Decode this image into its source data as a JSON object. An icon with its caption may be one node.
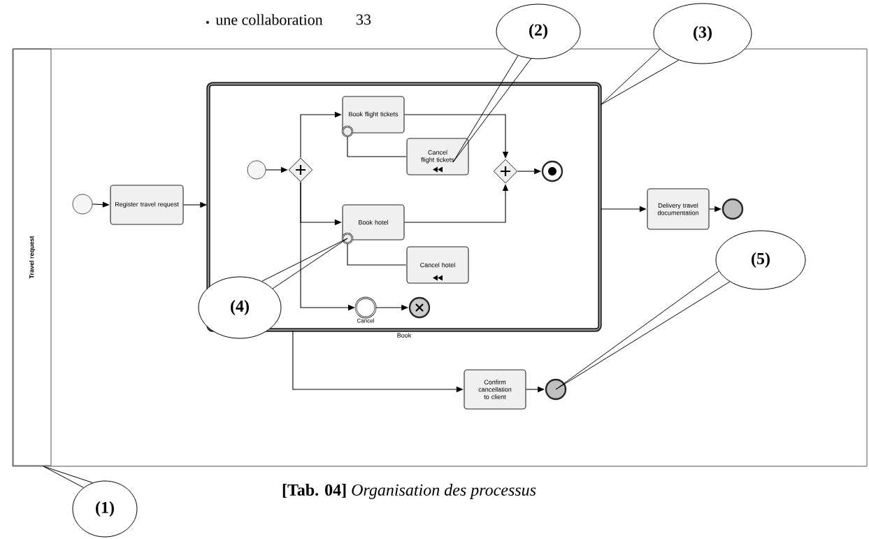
{
  "diagram": {
    "caption": "**[Tab. 04]** *Organisation des processus*",
    "nodes": [
      {
        "text": [
          "Travel request"
        ]
      },
      {
        "text": [],
        "shape": "circle",
        "in": 0
      },
      {
        "text": [
          "Register travel request"
        ],
        "in": 0
      },
      {
        "text": [
          "Book"
        ],
        "in": 0
      },
      {
        "text": [],
        "shape": "circle",
        "in": 3
      },
      {
        "text": [],
        "shape": "diamond",
        "in": 3
      },
      {
        "text": [
          "Book flight tickets"
        ],
        "in": 3
      },
      {
        "text": [],
        "shape": "circle",
        "in": 3
      },
      {
        "text": [
          "Cancel flight tickets"
        ],
        "in": 3
      },
      {
        "text": [],
        "shape": "diamond",
        "in": 3
      },
      {
        "text": [],
        "shape": "circle",
        "in": 3
      },
      {
        "text": [
          "Book hotel"
        ],
        "in": 3
      },
      {
        "text": [],
        "shape": "circle",
        "in": 3
      },
      {
        "text": [
          "Cancel hotel"
        ],
        "in": 3
      },
      {
        "text": [
          "Cancel"
        ],
        "in": 3
      },
      {
        "text": [],
        "shape": "circle",
        "in": 3
      },
      {
        "text": [
          "Delivery travel documentation"
        ],
        "in": 0
      },
      {
        "text": [],
        "shape": "circle",
        "in": 0
      },
      {
        "text": [
          "Confirm cancellation to client"
        ],
        "in": 0
      },
      {
        "text": [],
        "shape": "circle",
        "in": 0
      },
      {
        "text": [
          "(1)"
        ]
      },
      {
        "text": [
          "(2)"
        ]
      },
      {
        "text": [
          "(3)"
        ]
      },
      {
        "text": [
          "(4)"
        ],
        "in": 0
      },
      {
        "text": [
          "(5)"
        ],
        "in": 0
      }
    ],
    "edges": [
      {
        "from": 1,
        "to": 2,
        "arrow": "to"
      },
      {
        "from": 2,
        "to": 3,
        "arrow": "to"
      },
      {
        "from": 4,
        "to": 5,
        "arrow": "to"
      },
      {
        "from": 5,
        "to": 6,
        "arrow": "to"
      },
      {
        "from": 5,
        "to": 11,
        "arrow": "to"
      },
      {
        "from": 5,
        "to": 14,
        "arrow": "to"
      },
      {
        "from": 6,
        "to": 9,
        "arrow": "to"
      },
      {
        "from": 11,
        "to": 9,
        "arrow": "to"
      },
      {
        "from": 9,
        "to": 10,
        "arrow": "to"
      },
      {
        "from": 7,
        "to": 8,
        "arrow": "none"
      },
      {
        "from": 12,
        "to": 13,
        "arrow": "none"
      },
      {
        "from": 14,
        "to": 15,
        "arrow": "to"
      },
      {
        "from": 3,
        "to": 16,
        "arrow": "to"
      },
      {
        "from": 16,
        "to": 17,
        "arrow": "to"
      },
      {
        "from": 3,
        "to": 18,
        "arrow": "to"
      },
      {
        "from": 18,
        "to": 19,
        "arrow": "to"
      },
      {
        "from": 20,
        "to": 0,
        "arrow": "none"
      },
      {
        "from": 21,
        "to": 8,
        "arrow": "none"
      },
      {
        "from": 22,
        "to": 3,
        "arrow": "none"
      },
      {
        "from": 23,
        "to": 12,
        "arrow": "none"
      },
      {
        "from": 24,
        "to": 19,
        "arrow": "none"
      }
    ],
    "labels": [
      "une collaboration",
      "33"
    ]
  }
}
